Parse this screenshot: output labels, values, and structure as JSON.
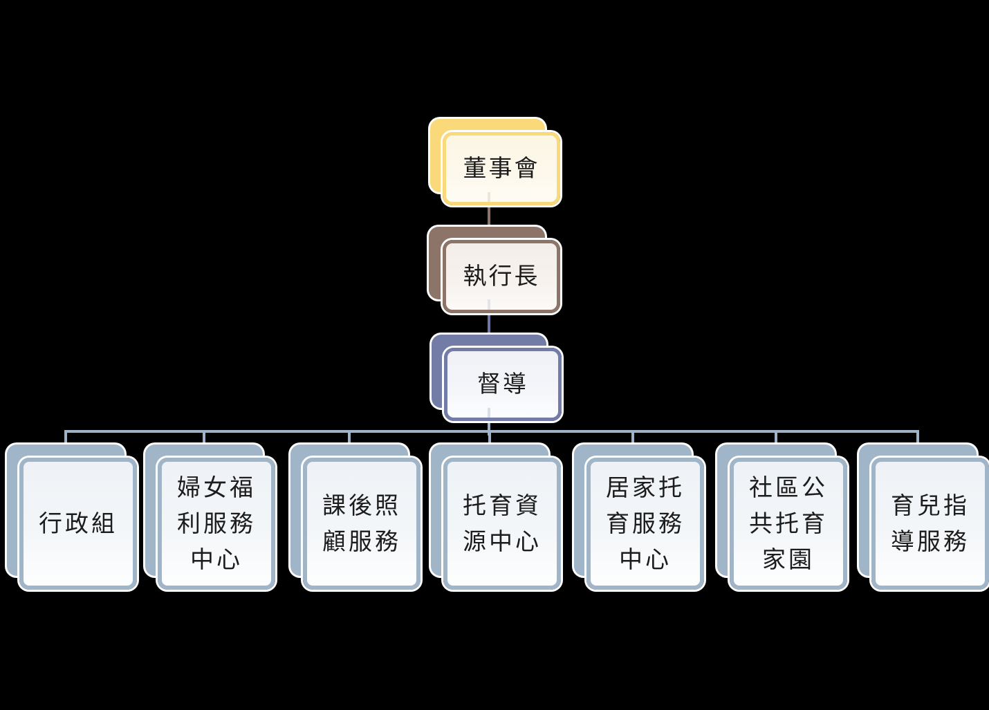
{
  "org_chart": {
    "nodes": {
      "board": {
        "label": "董事會"
      },
      "executive_director": {
        "label": "執行長"
      },
      "supervisor": {
        "label": "督導"
      }
    },
    "departments": [
      {
        "label": "行政組"
      },
      {
        "label": "婦女福\n利服務\n中心"
      },
      {
        "label": "課後照\n顧服務"
      },
      {
        "label": "托育資\n源中心"
      },
      {
        "label": "居家托\n育服務\n中心"
      },
      {
        "label": "社區公\n共托育\n家園"
      },
      {
        "label": "育兒指\n導服務"
      }
    ]
  },
  "colors": {
    "background": "#000000",
    "board_accent": "#f9d97a",
    "board_fill": "#fdf8ec",
    "executive_accent": "#8d7468",
    "executive_fill": "#f7f2ee",
    "supervisor_accent": "#727ca6",
    "supervisor_fill": "#f5f6fa",
    "department_accent": "#a1b5c9",
    "department_fill": "#f3f6f9",
    "connector_line": "#9fb4c9",
    "text": "#1c1c1c"
  }
}
